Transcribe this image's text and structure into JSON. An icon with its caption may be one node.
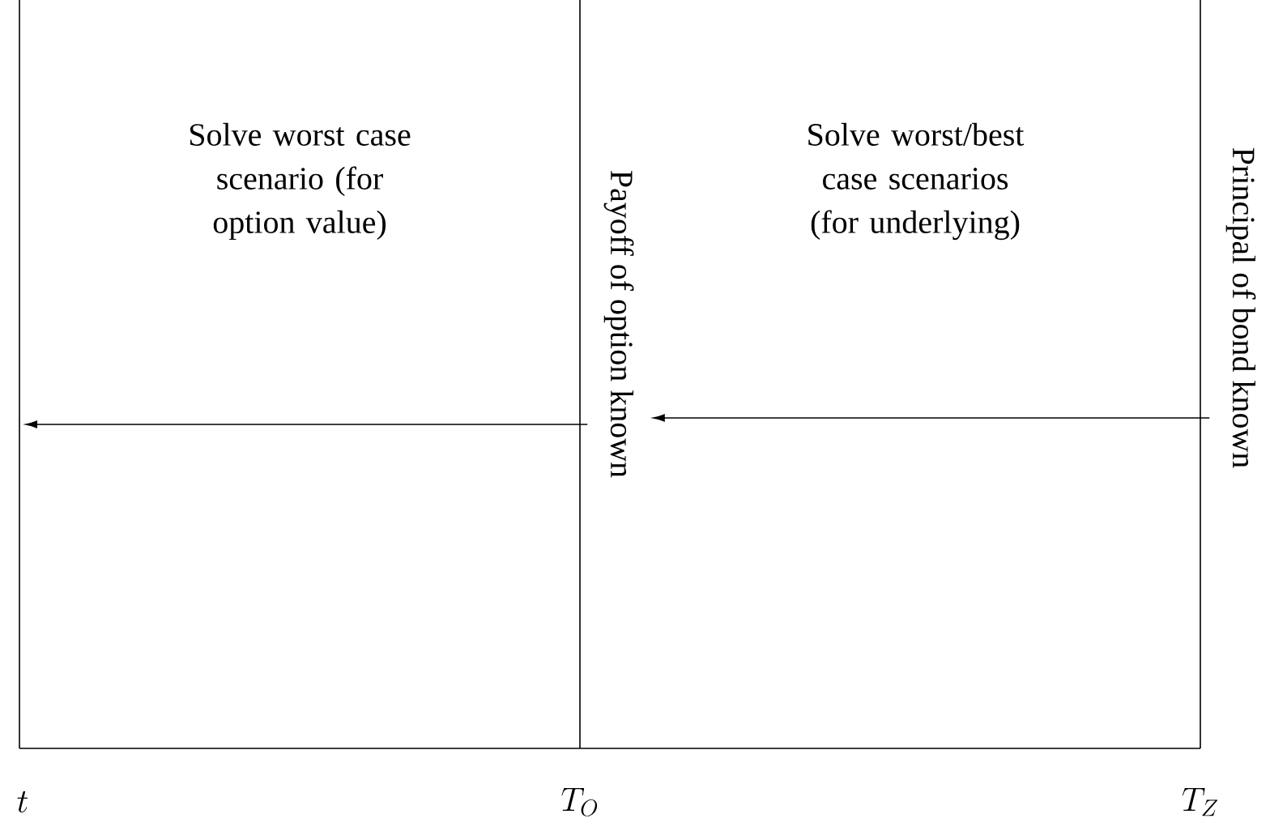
{
  "diagram": {
    "nodes": [
      {
        "text": [
          "Payoff of option known"
        ]
      },
      {
        "text": [
          "Principal of bond known"
        ]
      }
    ],
    "edges": [
      {
        "from": 1,
        "to": 0,
        "arrow": "to"
      },
      {
        "from": 0,
        "to": null,
        "arrow": "to"
      }
    ],
    "labels": [
      "Solve worst case scenario (for option value)",
      "Solve worst/best case scenarios (for underlying)",
      "t",
      "T_O",
      "T_Z"
    ]
  }
}
